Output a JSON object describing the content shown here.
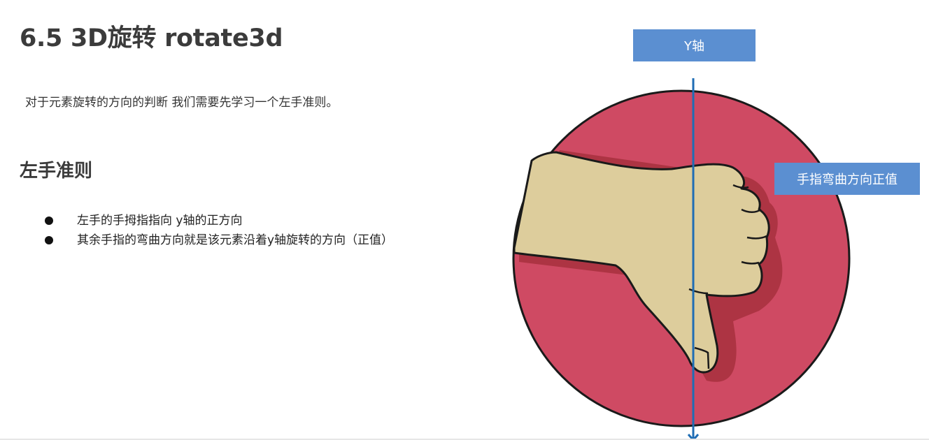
{
  "title": "6.5 3D旋转 rotate3d",
  "intro": "对于元素旋转的方向的判断 我们需要先学习一个左手准则。",
  "subheading": "左手准则",
  "bullets": [
    "左手的手拇指指向 y轴的正方向",
    "其余手指的弯曲方向就是该元素沿着y轴旋转的方向（正值）"
  ],
  "diagram": {
    "y_axis_label": "Y轴",
    "finger_label": "手指弯曲方向正值",
    "icons": [
      "thumbs-down-hand-icon",
      "axis-arrow-icon"
    ],
    "colors": {
      "circle": "#cf4a63",
      "circle_shadow": "#a8323f",
      "hand": "#ddcd9c",
      "axis": "#1f6db5",
      "label_bg": "#5b8fd1"
    }
  }
}
